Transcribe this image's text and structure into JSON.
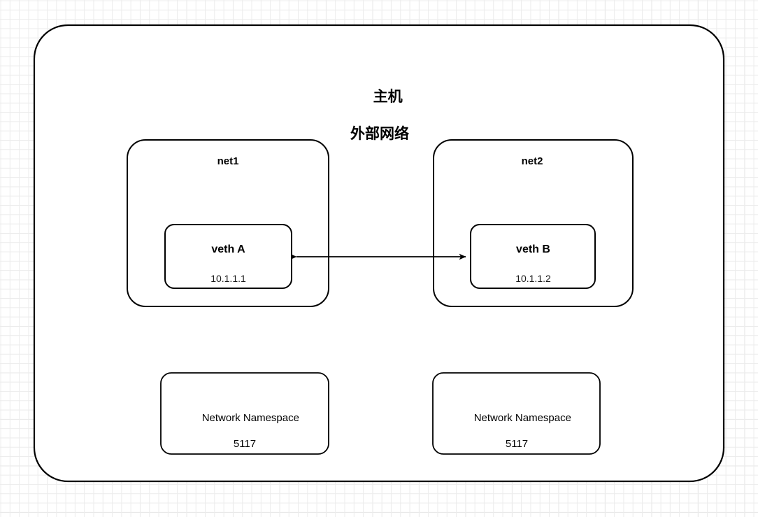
{
  "diagram": {
    "type": "network-namespace-veth-pair",
    "host": {
      "title_line1": "主机",
      "title_line2": "外部网络"
    },
    "networks": [
      {
        "id": "net1",
        "label": "net1",
        "veth": {
          "name": "veth A",
          "ip": "10.1.1.1"
        }
      },
      {
        "id": "net2",
        "label": "net2",
        "veth": {
          "name": "veth B",
          "ip": "10.1.1.2"
        }
      }
    ],
    "namespaces": [
      {
        "label": "Network Namespace",
        "id": "5117"
      },
      {
        "label": "Network Namespace",
        "id": "5117"
      }
    ],
    "connection": {
      "kind": "double-headed-arrow",
      "from": "veth A",
      "to": "veth B"
    },
    "colors": {
      "stroke": "#000000",
      "fill": "#ffffff",
      "grid_minor": "#ececec",
      "grid_major": "#dcdcdc",
      "text": "#000000"
    }
  }
}
